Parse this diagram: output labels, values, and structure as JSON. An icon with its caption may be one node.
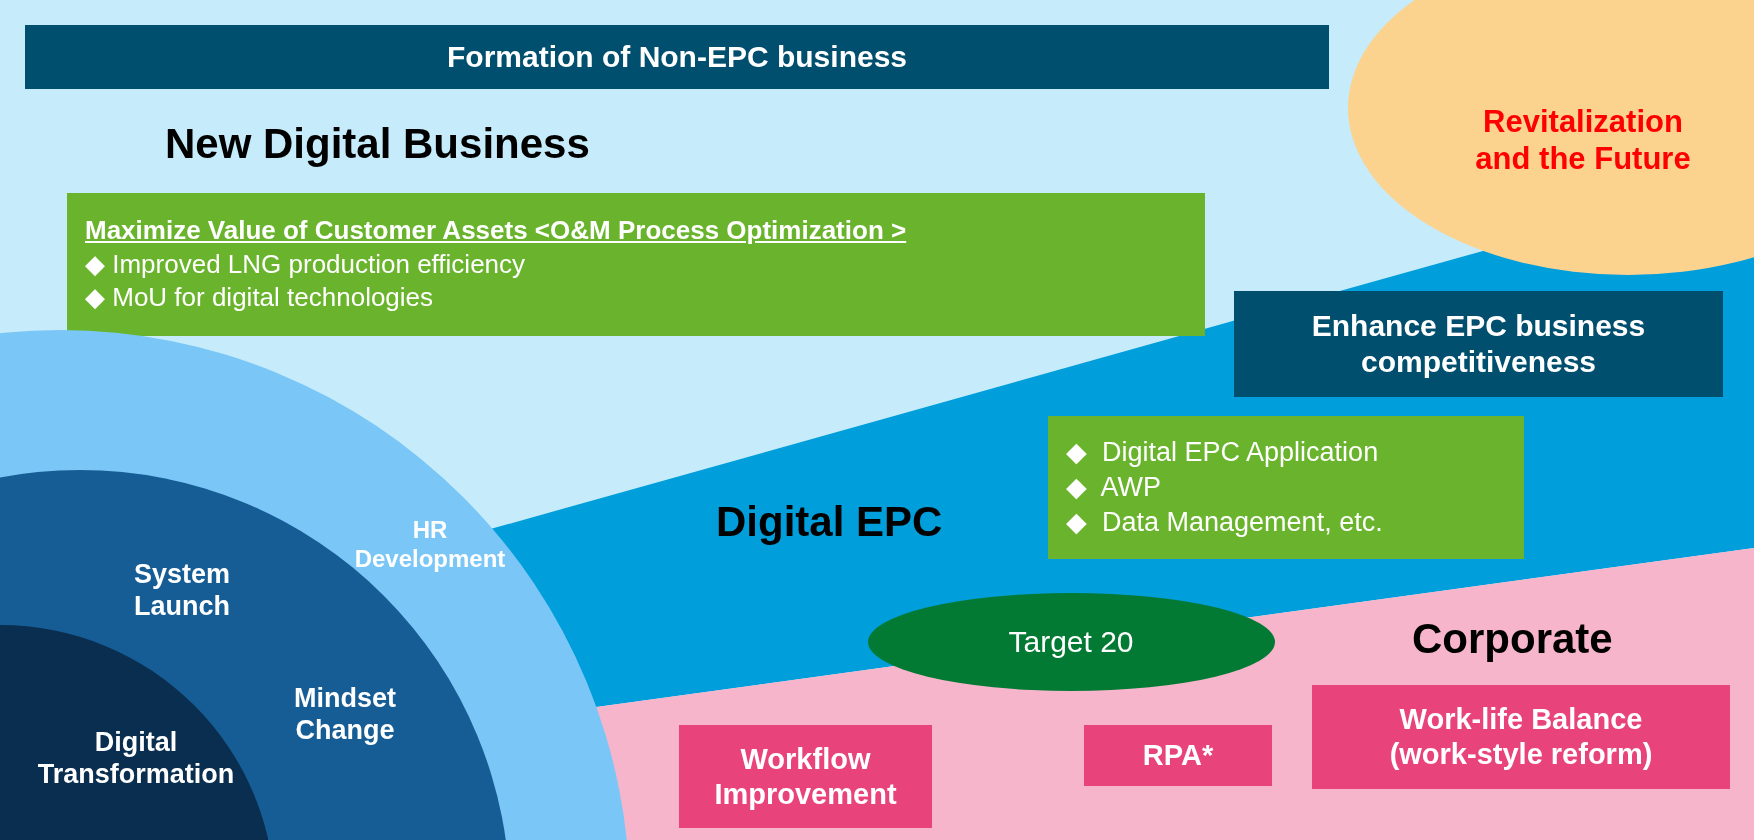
{
  "diagram": {
    "nodes": [
      {
        "text": [
          "Formation of Non-EPC business"
        ]
      },
      {
        "text": [
          "Maximize Value of Customer Assets <O&M Process Optimization >",
          "◆ Improved LNG production efficiency",
          "◆ MoU for digital technologies"
        ]
      },
      {
        "text": [
          "Revitalization and the Future"
        ]
      },
      {
        "text": [
          "Enhance EPC business competitiveness"
        ]
      },
      {
        "text": [
          "◆  Digital EPC Application",
          "◆  AWP",
          "◆  Data Management, etc."
        ]
      },
      {
        "text": [
          "HR Development"
        ]
      },
      {
        "text": [
          "System Launch",
          "Mindset Change"
        ],
        "in": 5
      },
      {
        "text": [
          "Digital Transformation"
        ],
        "in": 6
      },
      {
        "text": [
          "Target 20"
        ]
      },
      {
        "text": [
          "Workflow Improvement"
        ]
      },
      {
        "text": [
          "RPA*"
        ]
      },
      {
        "text": [
          "Work-life Balance (work-style reform)"
        ]
      }
    ],
    "labels": [
      "New Digital Business",
      "Digital EPC",
      "Corporate"
    ]
  }
}
